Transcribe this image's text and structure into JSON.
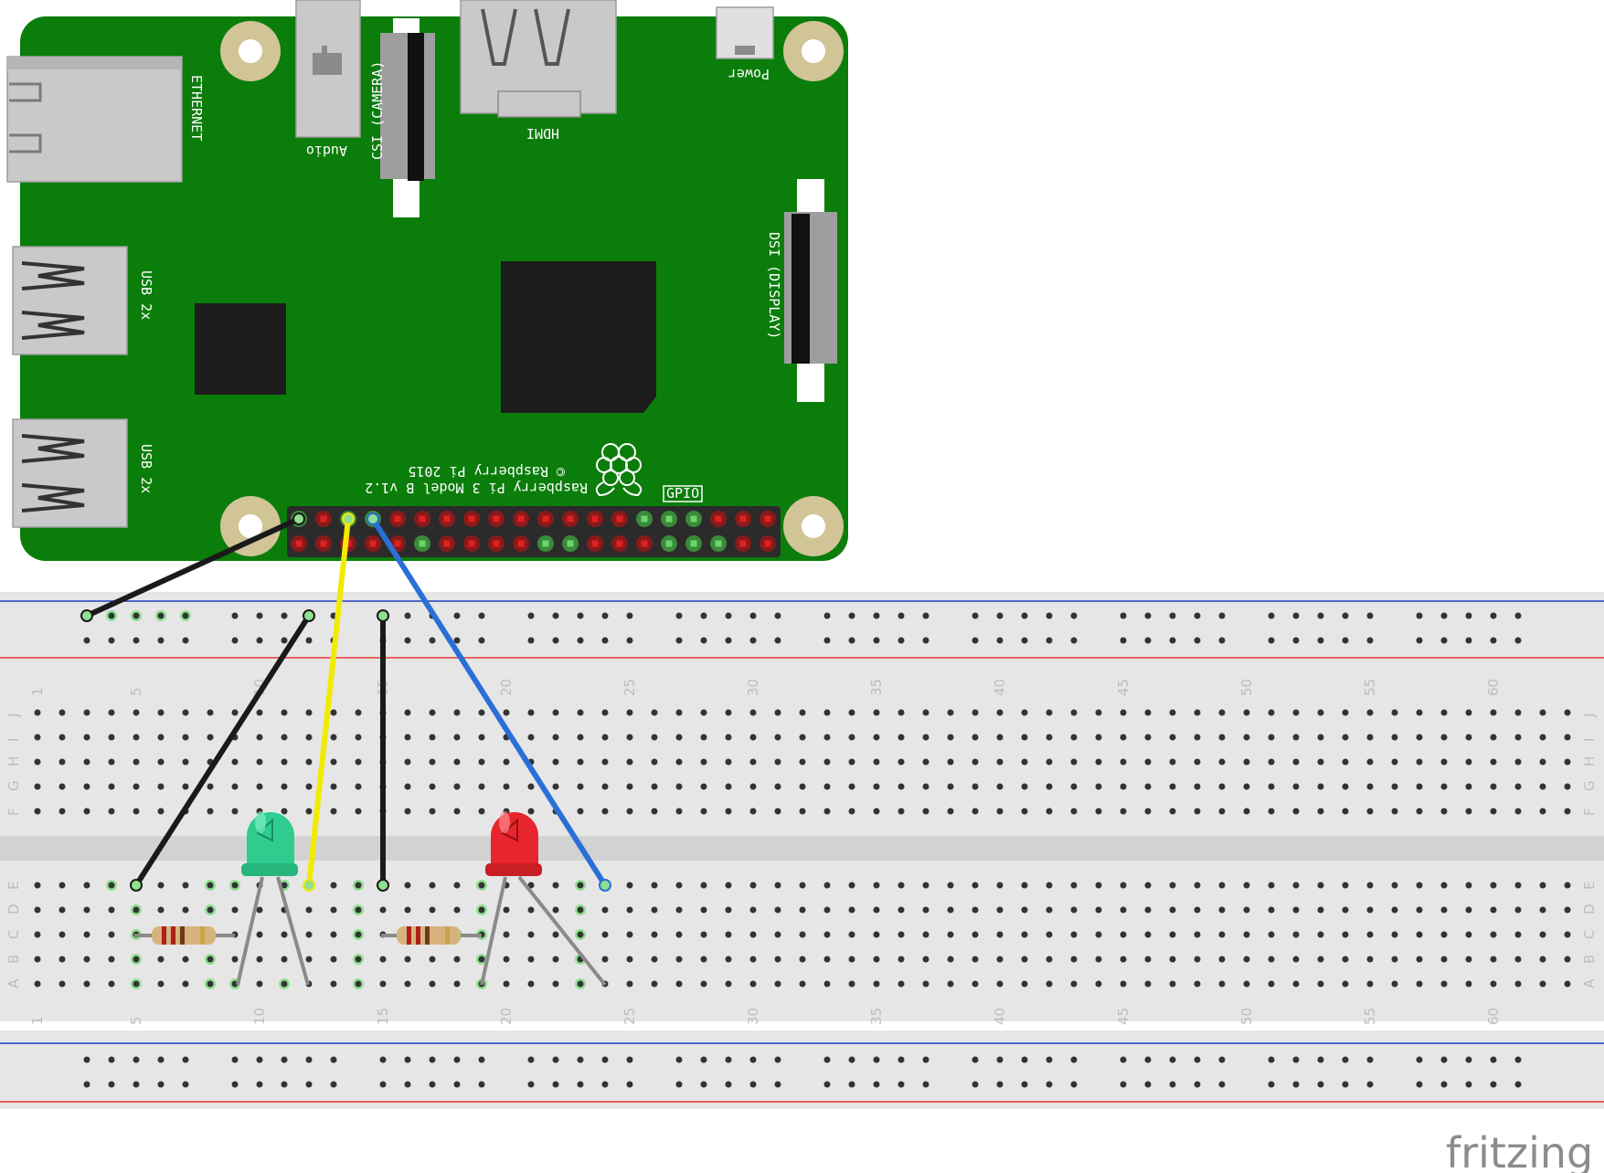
{
  "board": {
    "labels": {
      "ethernet": "ETHERNET",
      "audio": "Audio",
      "csi": "CSI (CAMERA)",
      "hdmi": "HDMI",
      "power": "Power",
      "usb_top": "USB 2x",
      "usb_bottom": "USB 2x",
      "dsi": "DSI (DISPLAY)",
      "gpio": "GPIO",
      "model": "Raspberry Pi 3 Model B v1.2",
      "copyright": "© Raspberry Pi 2015"
    },
    "colors": {
      "pcb": "#0b7d0b",
      "chip": "#1c1c1c",
      "hole_ring": "#d1c497"
    }
  },
  "breadboard": {
    "column_numbers": [
      "1",
      "5",
      "10",
      "15",
      "20",
      "25",
      "30",
      "35",
      "40",
      "45",
      "50",
      "55",
      "60"
    ],
    "row_letters_top": [
      "J",
      "I",
      "H",
      "G",
      "F"
    ],
    "row_letters_bottom": [
      "E",
      "D",
      "C",
      "B",
      "A"
    ],
    "colors": {
      "body": "#e6e6e6",
      "gap": "#d2d2d2",
      "rail_red": "#e53935",
      "rail_blue": "#1e3fbf"
    }
  },
  "components": {
    "leds": [
      {
        "color": "green"
      },
      {
        "color": "red"
      }
    ],
    "resistors": [
      {
        "label": "resistor"
      },
      {
        "label": "resistor"
      }
    ]
  },
  "wires": [
    {
      "color": "#1a1a1a"
    },
    {
      "color": "#1a1a1a"
    },
    {
      "color": "#f2ea00"
    },
    {
      "color": "#1a1a1a"
    },
    {
      "color": "#2a6fd6"
    }
  ],
  "watermark": "fritzing"
}
